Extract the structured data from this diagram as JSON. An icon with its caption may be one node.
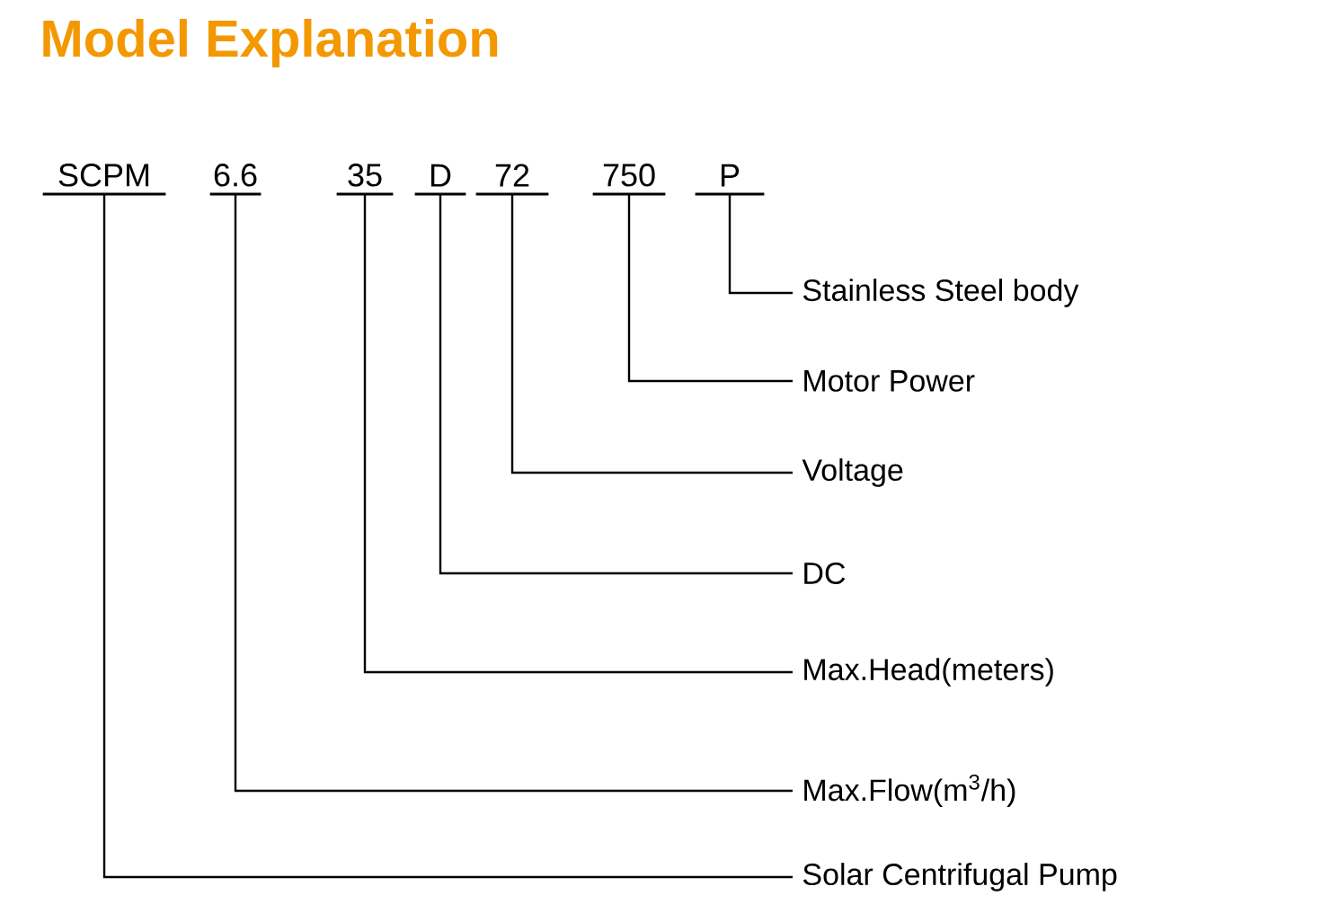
{
  "diagram": {
    "title": "Model Explanation",
    "nodes": [
      {
        "text": [
          "SCPM"
        ]
      },
      {
        "text": [
          "6.6"
        ]
      },
      {
        "text": [
          "35"
        ]
      },
      {
        "text": [
          "D"
        ]
      },
      {
        "text": [
          "72"
        ]
      },
      {
        "text": [
          "750"
        ]
      },
      {
        "text": [
          "P"
        ]
      },
      {
        "text": [
          "Stainless Steel body"
        ]
      },
      {
        "text": [
          "Motor Power"
        ]
      },
      {
        "text": [
          "Voltage"
        ]
      },
      {
        "text": [
          "DC"
        ]
      },
      {
        "text": [
          "Max.Head(meters)"
        ]
      },
      {
        "text": [
          "Max.Flow(m$^{3}$/h)"
        ]
      },
      {
        "text": [
          "Solar Centrifugal Pump"
        ]
      }
    ],
    "edges": [
      {
        "from": 6,
        "to": 7,
        "arrow": "none"
      },
      {
        "from": 5,
        "to": 8,
        "arrow": "none"
      },
      {
        "from": 4,
        "to": 9,
        "arrow": "none"
      },
      {
        "from": 3,
        "to": 10,
        "arrow": "none"
      },
      {
        "from": 2,
        "to": 11,
        "arrow": "none"
      },
      {
        "from": 1,
        "to": 12,
        "arrow": "none"
      },
      {
        "from": 0,
        "to": 13,
        "arrow": "none"
      }
    ]
  }
}
